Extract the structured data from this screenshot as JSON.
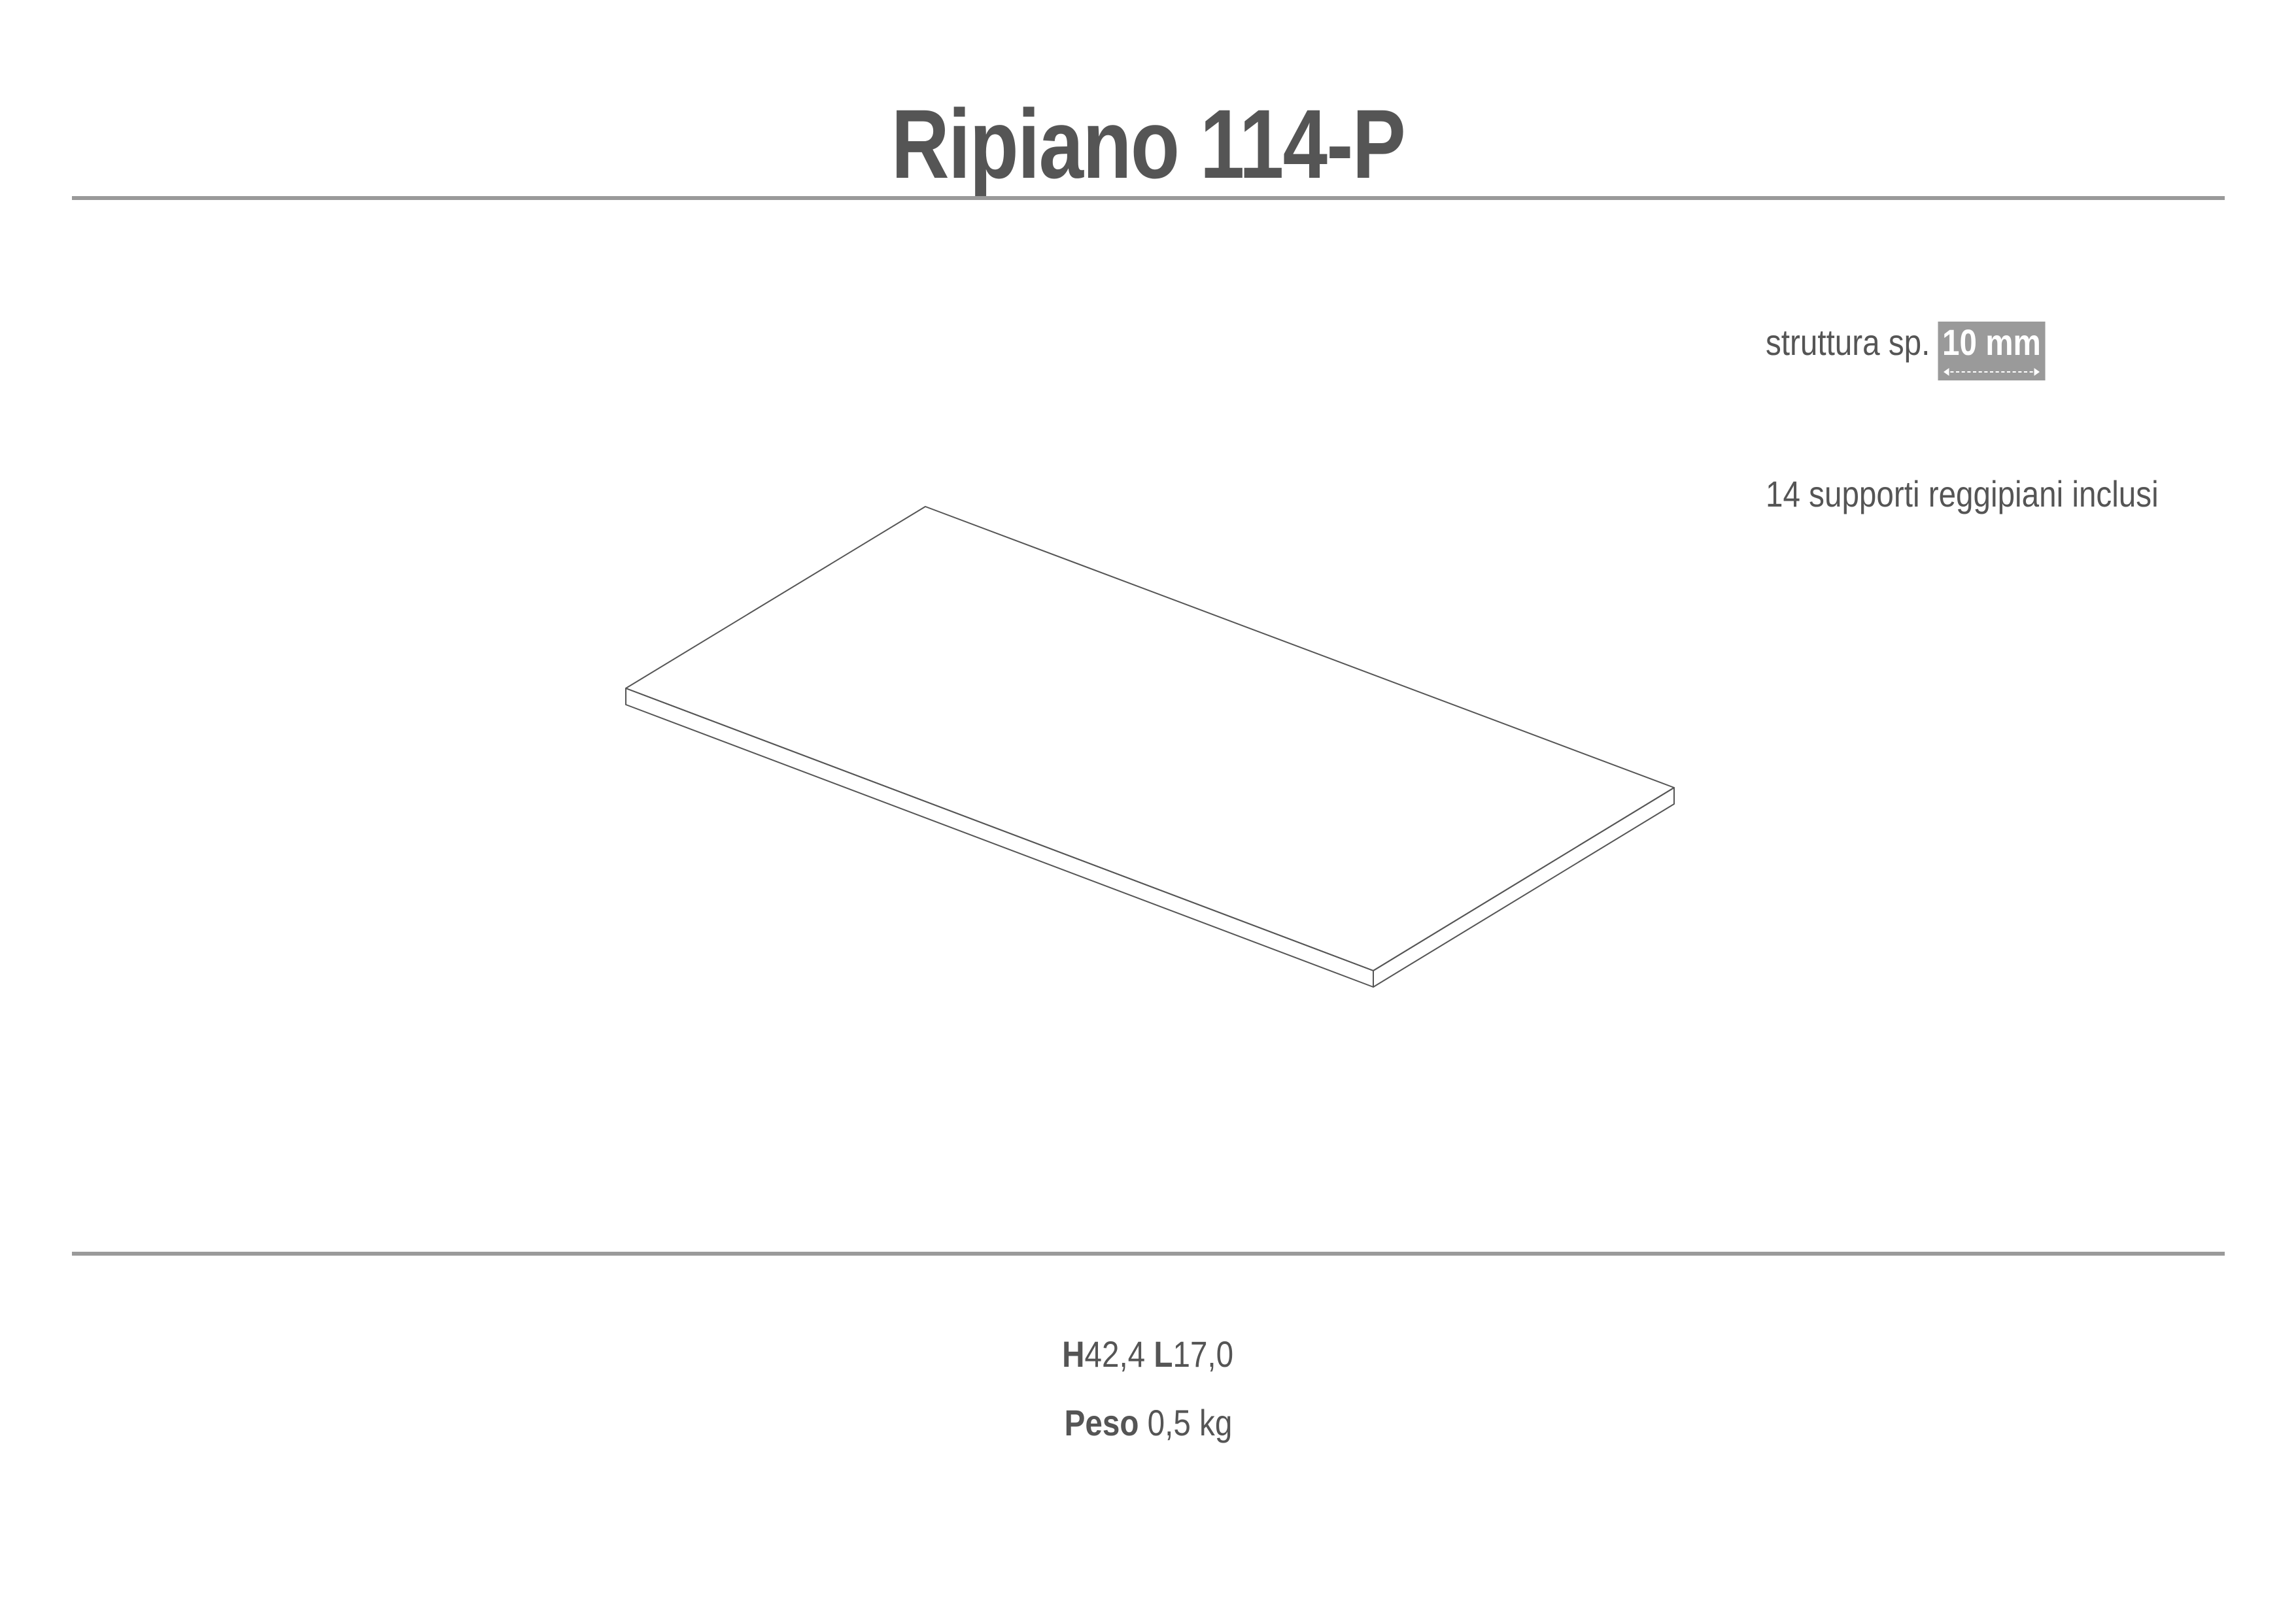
{
  "title": "Ripiano 114-P",
  "specs": {
    "thickness_label": "struttura sp.",
    "thickness_value": "10 mm",
    "supports": "14 supporti reggipiani inclusi"
  },
  "dimensions": {
    "h_label": "H",
    "h_value": "42,4",
    "l_label": "L",
    "l_value": "17,0",
    "weight_label": "Peso",
    "weight_value": "0,5 kg"
  },
  "colors": {
    "text": "#555555",
    "rule": "#9a9a9a",
    "badge": "#9a9a9a",
    "line_art": "#555555"
  }
}
